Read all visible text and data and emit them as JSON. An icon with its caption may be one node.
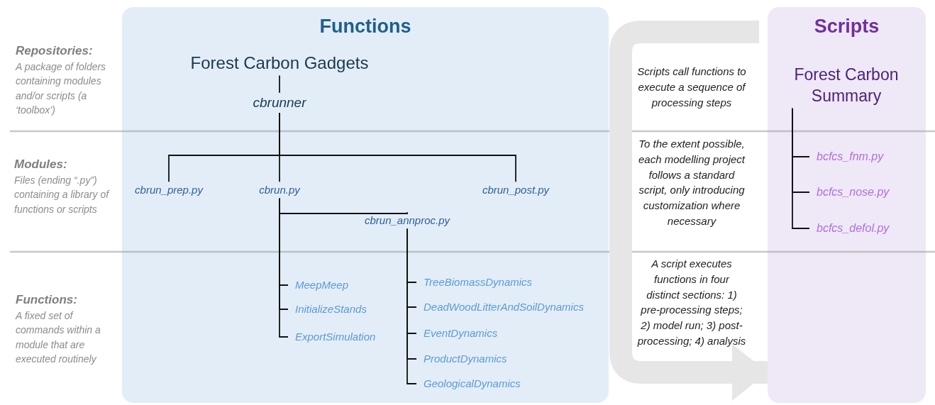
{
  "diagram": {
    "nodes": [
      {
        "text": [
          "Functions"
        ]
      },
      {
        "text": [
          "Forest Carbon Gadgets"
        ],
        "in": 0
      },
      {
        "text": [
          "cbrunner"
        ],
        "in": 0
      },
      {
        "text": [
          "cbrun_prep.py"
        ],
        "in": 0
      },
      {
        "text": [
          "cbrun.py"
        ],
        "in": 0
      },
      {
        "text": [
          "cbrun_post.py"
        ],
        "in": 0
      },
      {
        "text": [
          "cbrun_annproc.py"
        ],
        "in": 0
      },
      {
        "text": [
          "MeepMeep"
        ],
        "in": 0
      },
      {
        "text": [
          "InitializeStands"
        ],
        "in": 0
      },
      {
        "text": [
          "ExportSimulation"
        ],
        "in": 0
      },
      {
        "text": [
          "TreeBiomassDynamics"
        ],
        "in": 0
      },
      {
        "text": [
          "DeadWoodLitterAndSoilDynamics"
        ],
        "in": 0
      },
      {
        "text": [
          "EventDynamics"
        ],
        "in": 0
      },
      {
        "text": [
          "ProductDynamics"
        ],
        "in": 0
      },
      {
        "text": [
          "GeologicalDynamics"
        ],
        "in": 0
      },
      {
        "text": [
          "Scripts"
        ]
      },
      {
        "text": [
          "Forest Carbon Summary"
        ],
        "in": 15
      },
      {
        "text": [
          "bcfcs_fnm.py"
        ],
        "in": 15
      },
      {
        "text": [
          "bcfcs_nose.py"
        ],
        "in": 15
      },
      {
        "text": [
          "bcfcs_defol.py"
        ],
        "in": 15
      }
    ],
    "edges": [
      {
        "from": 1,
        "to": 2,
        "arrow": "none"
      },
      {
        "from": 2,
        "to": 3,
        "arrow": "none"
      },
      {
        "from": 2,
        "to": 4,
        "arrow": "none"
      },
      {
        "from": 2,
        "to": 5,
        "arrow": "none"
      },
      {
        "from": 4,
        "to": 6,
        "arrow": "none"
      },
      {
        "from": 4,
        "to": 7,
        "arrow": "none"
      },
      {
        "from": 4,
        "to": 8,
        "arrow": "none"
      },
      {
        "from": 4,
        "to": 9,
        "arrow": "none"
      },
      {
        "from": 6,
        "to": 10,
        "arrow": "none"
      },
      {
        "from": 6,
        "to": 11,
        "arrow": "none"
      },
      {
        "from": 6,
        "to": 12,
        "arrow": "none"
      },
      {
        "from": 6,
        "to": 13,
        "arrow": "none"
      },
      {
        "from": 6,
        "to": 14,
        "arrow": "none"
      },
      {
        "from": 16,
        "to": 17,
        "arrow": "none"
      },
      {
        "from": 16,
        "to": 18,
        "arrow": "none"
      },
      {
        "from": 16,
        "to": 19,
        "arrow": "none"
      },
      {
        "from": null,
        "to": 15,
        "arrow": "to",
        "style": "thick",
        "color": "#e6e6e6"
      }
    ],
    "labels": [
      "Repositories:",
      "A package of folders containing modules and/or scripts (a ‘toolbox’)",
      "Scripts call functions to execute a sequence of processing steps",
      "Modules:",
      "Files (ending “.py”) containing a library of functions or scripts",
      "To the extent possible, each modelling project follows a standard script, only introducing customization where necessary",
      "Functions:",
      "A fixed set of commands within a module that are executed routinely",
      "A script executes functions in four distinct sections: 1) pre-processing steps; 2) model run; 3) post-processing; 4) analysis"
    ]
  }
}
